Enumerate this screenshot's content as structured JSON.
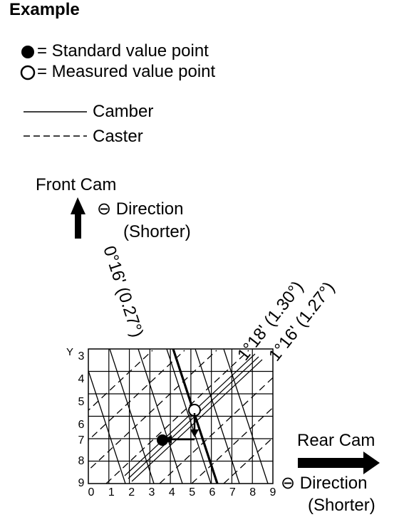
{
  "title": "Example",
  "legend": {
    "standard_point": "= Standard value point",
    "measured_point": "= Measured value point",
    "camber": "Camber",
    "caster": "Caster"
  },
  "front_cam": {
    "label": "Front Cam",
    "direction": "⊖ Direction",
    "note": "(Shorter)"
  },
  "rear_cam": {
    "label": "Rear Cam",
    "direction": "⊖ Direction",
    "note": "(Shorter)"
  },
  "line_labels": {
    "camber_value": "0°16' (0.27°)",
    "caster_value_1": "1°18' (1.30°)",
    "caster_value_2": "1°16' (1.27°)"
  },
  "grid": {
    "x_ticks": [
      "0",
      "1",
      "2",
      "3",
      "4",
      "5",
      "6",
      "7",
      "8",
      "9"
    ],
    "y_ticks": [
      "3",
      "4",
      "5",
      "6",
      "7",
      "8",
      "9"
    ],
    "y_axis_label": "Y"
  }
}
